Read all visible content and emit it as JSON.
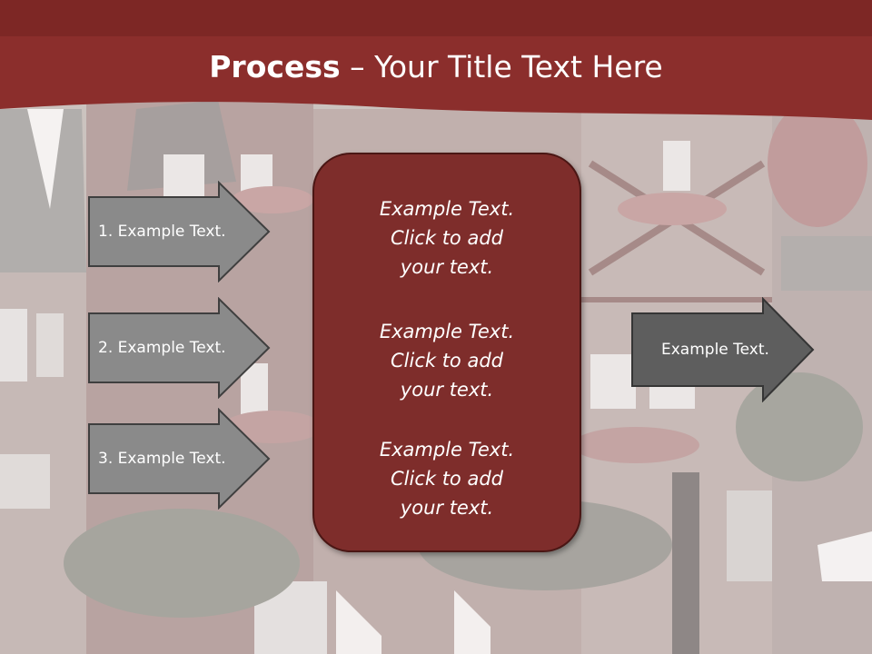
{
  "slide": {
    "title_bold": "Process",
    "title_rest": " – Your Title Text Here",
    "left_arrows": [
      {
        "label": "1. Example Text."
      },
      {
        "label": "2. Example Text."
      },
      {
        "label": "3. Example Text."
      }
    ],
    "center_paragraphs": [
      {
        "lines": [
          "Example Text.",
          "Click  to add",
          "your text."
        ]
      },
      {
        "lines": [
          "Example Text.",
          "Click  to add",
          "your text."
        ]
      },
      {
        "lines": [
          "Example Text.",
          "Click  to add",
          "your text."
        ]
      }
    ],
    "right_arrow": {
      "label": "Example Text."
    }
  },
  "colors": {
    "header": "#8b2e2c",
    "box": "#7e2d2b",
    "arrow_light": "#8a8a8a",
    "arrow_dark": "#5e5e5e"
  }
}
